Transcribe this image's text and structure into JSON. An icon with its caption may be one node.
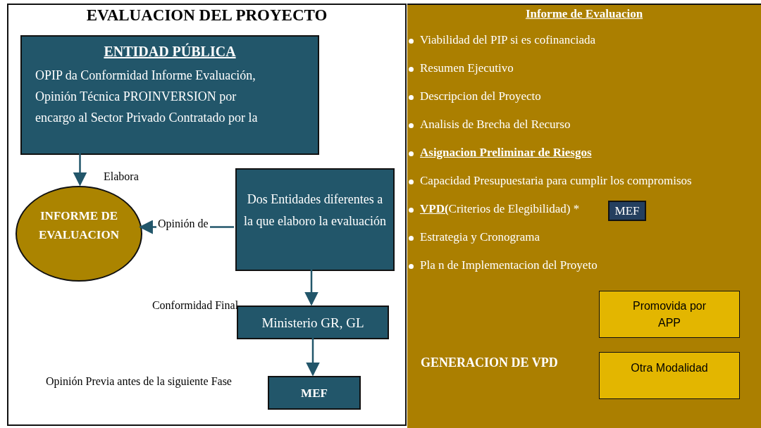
{
  "diagram": {
    "nodes": [
      {
        "text": [
          "EVALUACION DEL PROYECTO"
        ]
      },
      {
        "text": [
          "ENTIDAD PÚBLICA",
          "OPIP da Conformidad Informe Evaluación, Opinión Técnica PROINVERSION por encargo al Sector Privado Contratado por la"
        ],
        "in": 0
      },
      {
        "text": [
          "INFORME DE EVALUACION"
        ],
        "in": 0
      },
      {
        "text": [
          "Dos Entidades diferentes a la que elaboro la evaluación"
        ],
        "in": 0
      },
      {
        "text": [
          "Ministerio GR, GL"
        ],
        "in": 0,
        "beside": [
          "Conformidad Final"
        ]
      },
      {
        "text": [
          "MEF"
        ],
        "in": 0,
        "beside": [
          "Opinión Previa antes de la siguiente Fase"
        ]
      },
      {
        "text": [
          "Informe de Evaluacion",
          "Viabilidad del PIP si es cofinanciada",
          "Resumen Ejecutivo",
          "Descripcion del Proyecto",
          "Analisis de Brecha del Recurso",
          "Asignacion Preliminar de Riesgos",
          "Capacidad Presupuestaria para cumplir los compromisos",
          "**VPD(**Criterios de Elegibilidad) *",
          "Estrategia y Cronograma",
          "Pla n de Implementacion del Proyeto",
          "GENERACION DE VPD"
        ]
      },
      {
        "text": [
          "MEF"
        ],
        "in": 6
      },
      {
        "text": [
          "Promovida por APP"
        ],
        "in": 6
      },
      {
        "text": [
          "Otra Modalidad"
        ],
        "in": 6
      }
    ],
    "edges": [
      {
        "from": 1,
        "to": 2,
        "arrow": "to",
        "label": "Elabora"
      },
      {
        "from": 3,
        "to": 2,
        "arrow": "to",
        "label": "Opinión de"
      },
      {
        "from": 3,
        "to": 4,
        "arrow": "to"
      },
      {
        "from": 4,
        "to": 5,
        "arrow": "to"
      }
    ]
  }
}
